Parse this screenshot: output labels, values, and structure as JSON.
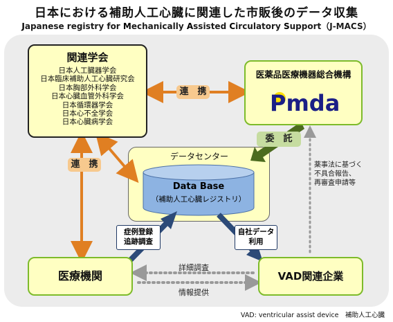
{
  "header": {
    "title": "日本における補助人工心臓に関連した市販後のデータ収集",
    "subtitle_parts": [
      {
        "cap": "J",
        "rest": "apanese registry for "
      },
      {
        "cap": "M",
        "rest": "echanically "
      },
      {
        "cap": "A",
        "rest": "ssisted "
      },
      {
        "cap": "C",
        "rest": "irculatory "
      },
      {
        "cap": "S",
        "rest": "upport"
      }
    ],
    "subtitle_suffix": "（J-MACS）"
  },
  "nodes": {
    "societies": {
      "heading": "関連学会",
      "items": [
        "日本人工臓器学会",
        "日本臨床補助人工心臓研究会",
        "日本胸部外科学会",
        "日本心臓血管外科学会",
        "日本循環器学会",
        "日本心不全学会",
        "日本心臓病学会"
      ]
    },
    "pmda": {
      "heading": "医薬品医療機器総合機構",
      "logo_text": "Pmda"
    },
    "data_center": {
      "label": "データセンター",
      "db_title": "Data Base",
      "db_subtitle": "（補助人工心臓レジストリ）"
    },
    "hospital": {
      "label": "医療機関"
    },
    "vad_company": {
      "label": "VAD関連企業"
    }
  },
  "edges": {
    "cooperation_top": "連　携",
    "cooperation_left": "連　携",
    "commission": "委　託",
    "case_registration": [
      "症例登録",
      "追跡調査"
    ],
    "self_data": [
      "自社データ",
      "利用"
    ],
    "detail_survey": "詳細調査",
    "info_provision": "情報提供",
    "regulatory_note": [
      "薬事法に基づく",
      "不具合報告、",
      "再審査申請等"
    ]
  },
  "footnote": "VAD: ventricular assist device　補助人工心臓",
  "colors": {
    "box_fill": "#ffffc2",
    "panel": "#ececec",
    "orange_arrow": "#e07f22",
    "green_arrow": "#4c6b1f",
    "navy_arrow": "#2c4a78",
    "dotted": "#999999",
    "db_blue": "#8db3e2",
    "pmda_navy": "#1b1f86",
    "pmda_yellow": "#ffe000"
  }
}
